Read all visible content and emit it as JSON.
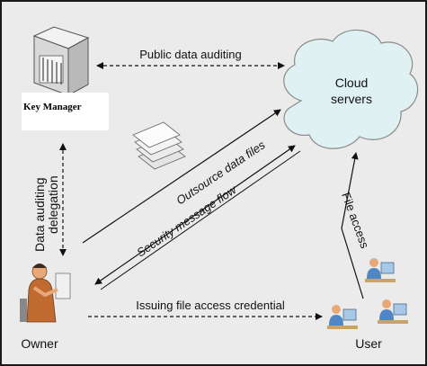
{
  "nodes": {
    "key_manager": "Key Manager",
    "cloud": [
      "Cloud",
      "servers"
    ],
    "owner": "Owner",
    "user": "User"
  },
  "edges": {
    "public_auditing": "Public data auditing",
    "outsource": "Outsource data files",
    "security_flow": "Security message flow",
    "file_access": "File access",
    "credential": "Issuing file access credential",
    "delegation": [
      "Data auditing",
      "delegation"
    ]
  },
  "colors": {
    "background": "#ebebeb",
    "cloud_fill": "#dff1f3",
    "arrow": "#111111",
    "person_skin": "#e8a878",
    "person_shirt": "#4f86c6"
  },
  "icons": [
    "server-building-icon",
    "cloud-icon",
    "document-stack-icon",
    "owner-person-icon",
    "user-person-icon"
  ]
}
